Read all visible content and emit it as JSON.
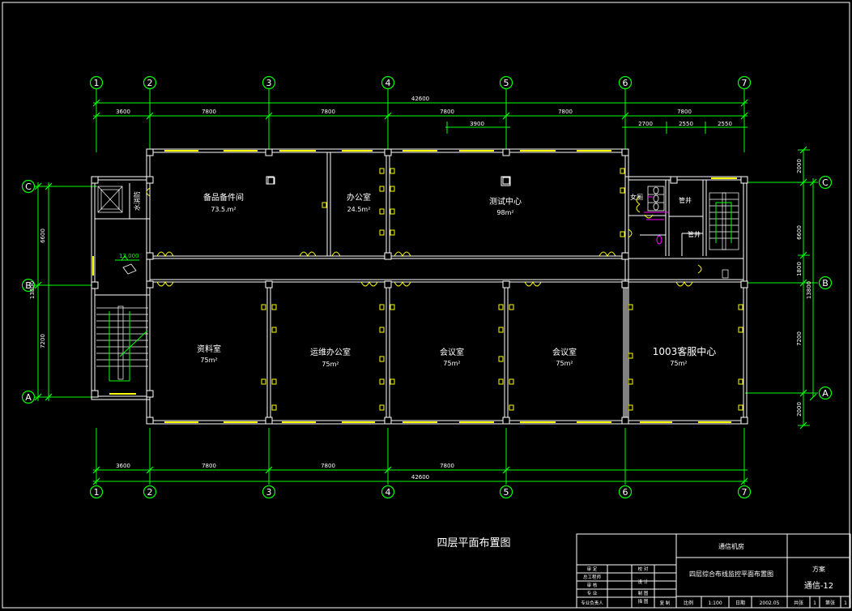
{
  "drawing_title": "四层平面布置图",
  "grid": {
    "columns": [
      "1",
      "2",
      "3",
      "4",
      "5",
      "6",
      "7"
    ],
    "rows": [
      "C",
      "B",
      "A"
    ]
  },
  "dimensions": {
    "total_top": "42600",
    "total_bottom": "42600",
    "top_row": [
      "3600",
      "7800",
      "7800",
      "7800",
      "7800",
      "7800"
    ],
    "top_sub": [
      "3900",
      "2700",
      "2550",
      "2550"
    ],
    "bottom_row": [
      "3600",
      "7800",
      "7800",
      "7800"
    ],
    "left_total": "13800",
    "left_parts": [
      "6600",
      "7200"
    ],
    "right_total": "13800",
    "right_parts": [
      "2000",
      "6600",
      "1800",
      "7200",
      "2000"
    ]
  },
  "elevation_mark": "13.000",
  "rooms": {
    "spare_parts": {
      "name": "备品备件间",
      "area": "73.5.m²"
    },
    "office": {
      "name": "办公室",
      "area": "24.5m²"
    },
    "test_center": {
      "name": "测试中心",
      "area": "98m²"
    },
    "female_wc": {
      "name": "女厕"
    },
    "shaft1": {
      "name": "管井"
    },
    "shaft2": {
      "name": "管井"
    },
    "fire_room": {
      "name": "水消防"
    },
    "archive": {
      "name": "资料室",
      "area": "75m²"
    },
    "ops_office": {
      "name": "运维办公室",
      "area": "75m²"
    },
    "meeting1": {
      "name": "会议室",
      "area": "75m²"
    },
    "meeting2": {
      "name": "会议室",
      "area": "75m²"
    },
    "service_center": {
      "name": "1003客服中心",
      "area": "75m²"
    }
  },
  "title_block": {
    "company": "通信机房",
    "project": "四层综合布线监控平面布置图",
    "stage": "方案",
    "drawing_no": "通信-12",
    "scale_label": "比例",
    "scale": "1:100",
    "date_label": "日期",
    "date": "2002.05",
    "sheet_label": "共张",
    "sheet": "1",
    "page_label": "第张",
    "page": "1",
    "sign_rows": [
      [
        "审 定",
        "校 对"
      ],
      [
        "总工程师",
        "设 计"
      ],
      [
        "审 核",
        "制 图"
      ],
      [
        "专 业",
        "描 图"
      ],
      [
        "专业负责人",
        "复 制"
      ]
    ]
  },
  "colors": {
    "background": "#000000",
    "grid_axis": "#00ff00",
    "wall": "#ffffff",
    "window": "#ffff00",
    "door": "#ffff00",
    "magenta": "#ff00ff"
  }
}
